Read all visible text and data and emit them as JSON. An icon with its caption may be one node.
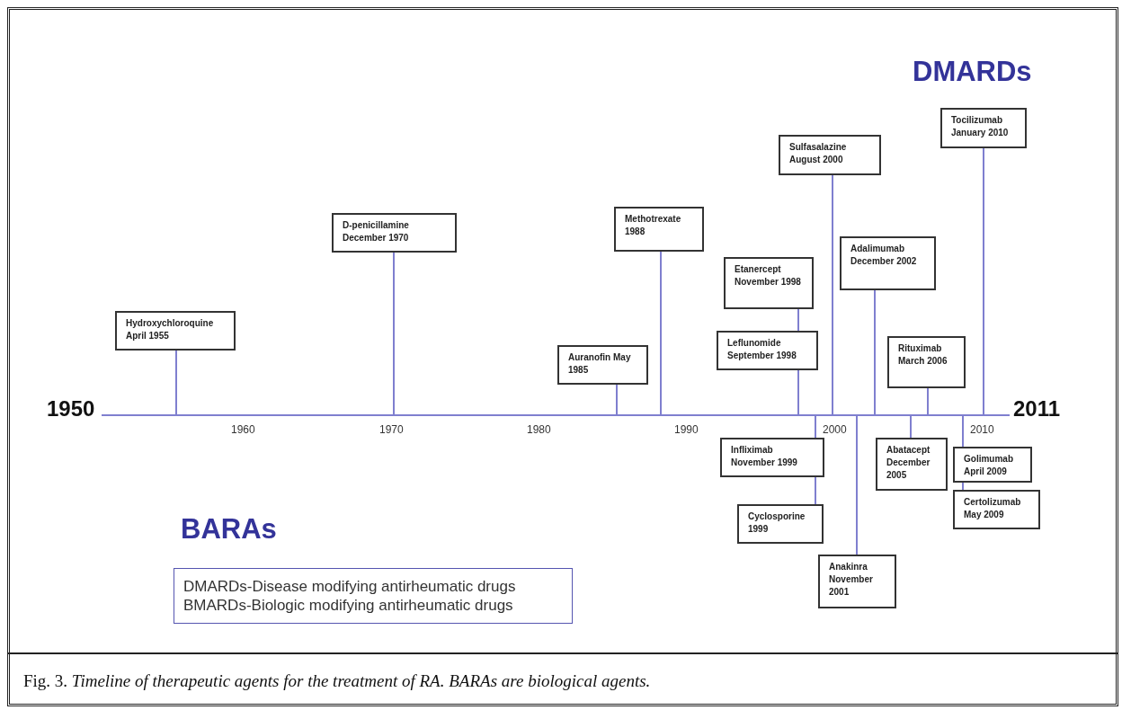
{
  "diagram": {
    "caption": "Fig. 3. *Timeline of therapeutic agents for the treatment of RA. BARAs are biological agents.*",
    "nodes": [
      {
        "text": [
          "Hydroxychloroquine April 1955"
        ]
      },
      {
        "text": [
          "D-penicillamine December 1970"
        ]
      },
      {
        "text": [
          "Auranofin May 1985"
        ]
      },
      {
        "text": [
          "Methotrexate 1988"
        ]
      },
      {
        "text": [
          "Etanercept November 1998"
        ]
      },
      {
        "text": [
          "Leflunomide September 1998"
        ]
      },
      {
        "text": [
          "Infliximab November 1999"
        ]
      },
      {
        "text": [
          "Cyclosporine 1999"
        ]
      },
      {
        "text": [
          "Sulfasalazine August 2000"
        ]
      },
      {
        "text": [
          "Anakinra November 2001"
        ]
      },
      {
        "text": [
          "Adalimumab December 2002"
        ]
      },
      {
        "text": [
          "Abatacept December 2005"
        ]
      },
      {
        "text": [
          "Rituximab March 2006"
        ]
      },
      {
        "text": [
          "Golimumab April 2009"
        ]
      },
      {
        "text": [
          "Certolizumab May 2009"
        ]
      },
      {
        "text": [
          "Tocilizumab January 2010"
        ]
      },
      {
        "text": [],
        "shape": "line"
      },
      {
        "text": [
          "DMARDs-Disease modifying antirheumatic drugs",
          "BMARDs-Biologic modifying antirheumatic drugs"
        ]
      }
    ],
    "edges": [
      {
        "from": 0,
        "to": 16,
        "arrow": "none"
      },
      {
        "from": 1,
        "to": 16,
        "arrow": "none"
      },
      {
        "from": 2,
        "to": 16,
        "arrow": "none"
      },
      {
        "from": 3,
        "to": 16,
        "arrow": "none"
      },
      {
        "from": 4,
        "to": 5,
        "arrow": "none"
      },
      {
        "from": 5,
        "to": 16,
        "arrow": "none"
      },
      {
        "from": 6,
        "to": 16,
        "arrow": "none"
      },
      {
        "from": 7,
        "to": 6,
        "arrow": "none"
      },
      {
        "from": 8,
        "to": 16,
        "arrow": "none"
      },
      {
        "from": 9,
        "to": 16,
        "arrow": "none"
      },
      {
        "from": 10,
        "to": 16,
        "arrow": "none"
      },
      {
        "from": 11,
        "to": 16,
        "arrow": "none"
      },
      {
        "from": 12,
        "to": 16,
        "arrow": "none"
      },
      {
        "from": 13,
        "to": 16,
        "arrow": "none"
      },
      {
        "from": 14,
        "to": 13,
        "arrow": "none"
      },
      {
        "from": 15,
        "to": 16,
        "arrow": "none"
      }
    ],
    "labels": [
      "DMARDs",
      "1950",
      "2011",
      "1960",
      "1970",
      "1980",
      "1990",
      "2000",
      "2010",
      "BARAs"
    ]
  }
}
